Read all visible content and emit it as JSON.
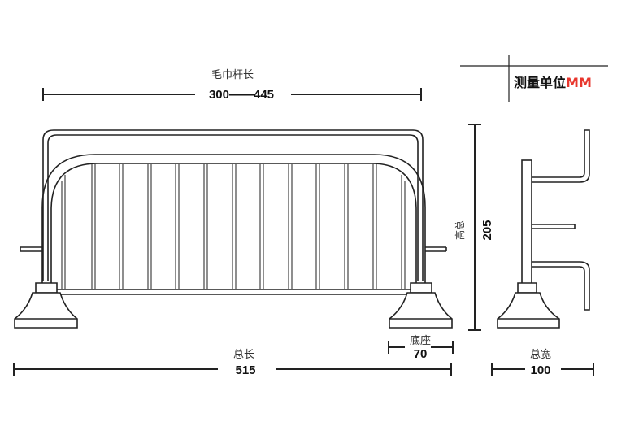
{
  "towel_bar": {
    "label": "毛巾杆长",
    "value": "300——445"
  },
  "unit": {
    "prefix": "测量单位",
    "suffix": "MM",
    "suffix_color": "#e8362d"
  },
  "height": {
    "label": "高总",
    "value": "205"
  },
  "base": {
    "label": "底座",
    "value": "70"
  },
  "total_length": {
    "label": "总长",
    "value": "515"
  },
  "total_width": {
    "label": "总宽",
    "value": "100"
  }
}
